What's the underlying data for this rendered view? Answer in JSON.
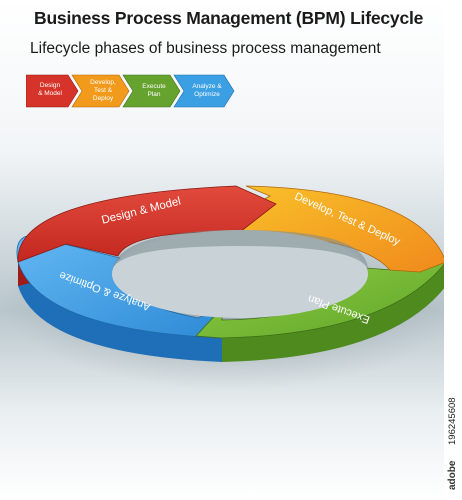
{
  "header": {
    "title": "Business Process Management (BPM) Lifecycle",
    "subtitle": "Lifecycle phases of business process management"
  },
  "legend": {
    "items": [
      {
        "line1": "Design",
        "line2": "& Model",
        "line3": "",
        "color": "#d6332a"
      },
      {
        "line1": "Develop,",
        "line2": "Test &",
        "line3": "Deploy",
        "color": "#f29a1b"
      },
      {
        "line1": "Execute",
        "line2": "Plan",
        "line3": "",
        "color": "#66a32e"
      },
      {
        "line1": "Analyze &",
        "line2": "Optimize",
        "line3": "",
        "color": "#3b9fe3"
      }
    ]
  },
  "cycle": {
    "segments": [
      {
        "label": "Design & Model",
        "top_color": "#d9332b",
        "side_color": "#9e1b17"
      },
      {
        "label": "Develop, Test & Deploy",
        "top_color": "#f6a51e",
        "side_color": "#d6521a"
      },
      {
        "label": "Execute Plan",
        "top_color": "#7fbf3a",
        "side_color": "#4f8a1e"
      },
      {
        "label": "Analyze & Optimize",
        "top_color": "#4aa8ec",
        "side_color": "#1e6fb8"
      }
    ]
  },
  "stock": {
    "logo": "adobe",
    "id": "196245608"
  }
}
